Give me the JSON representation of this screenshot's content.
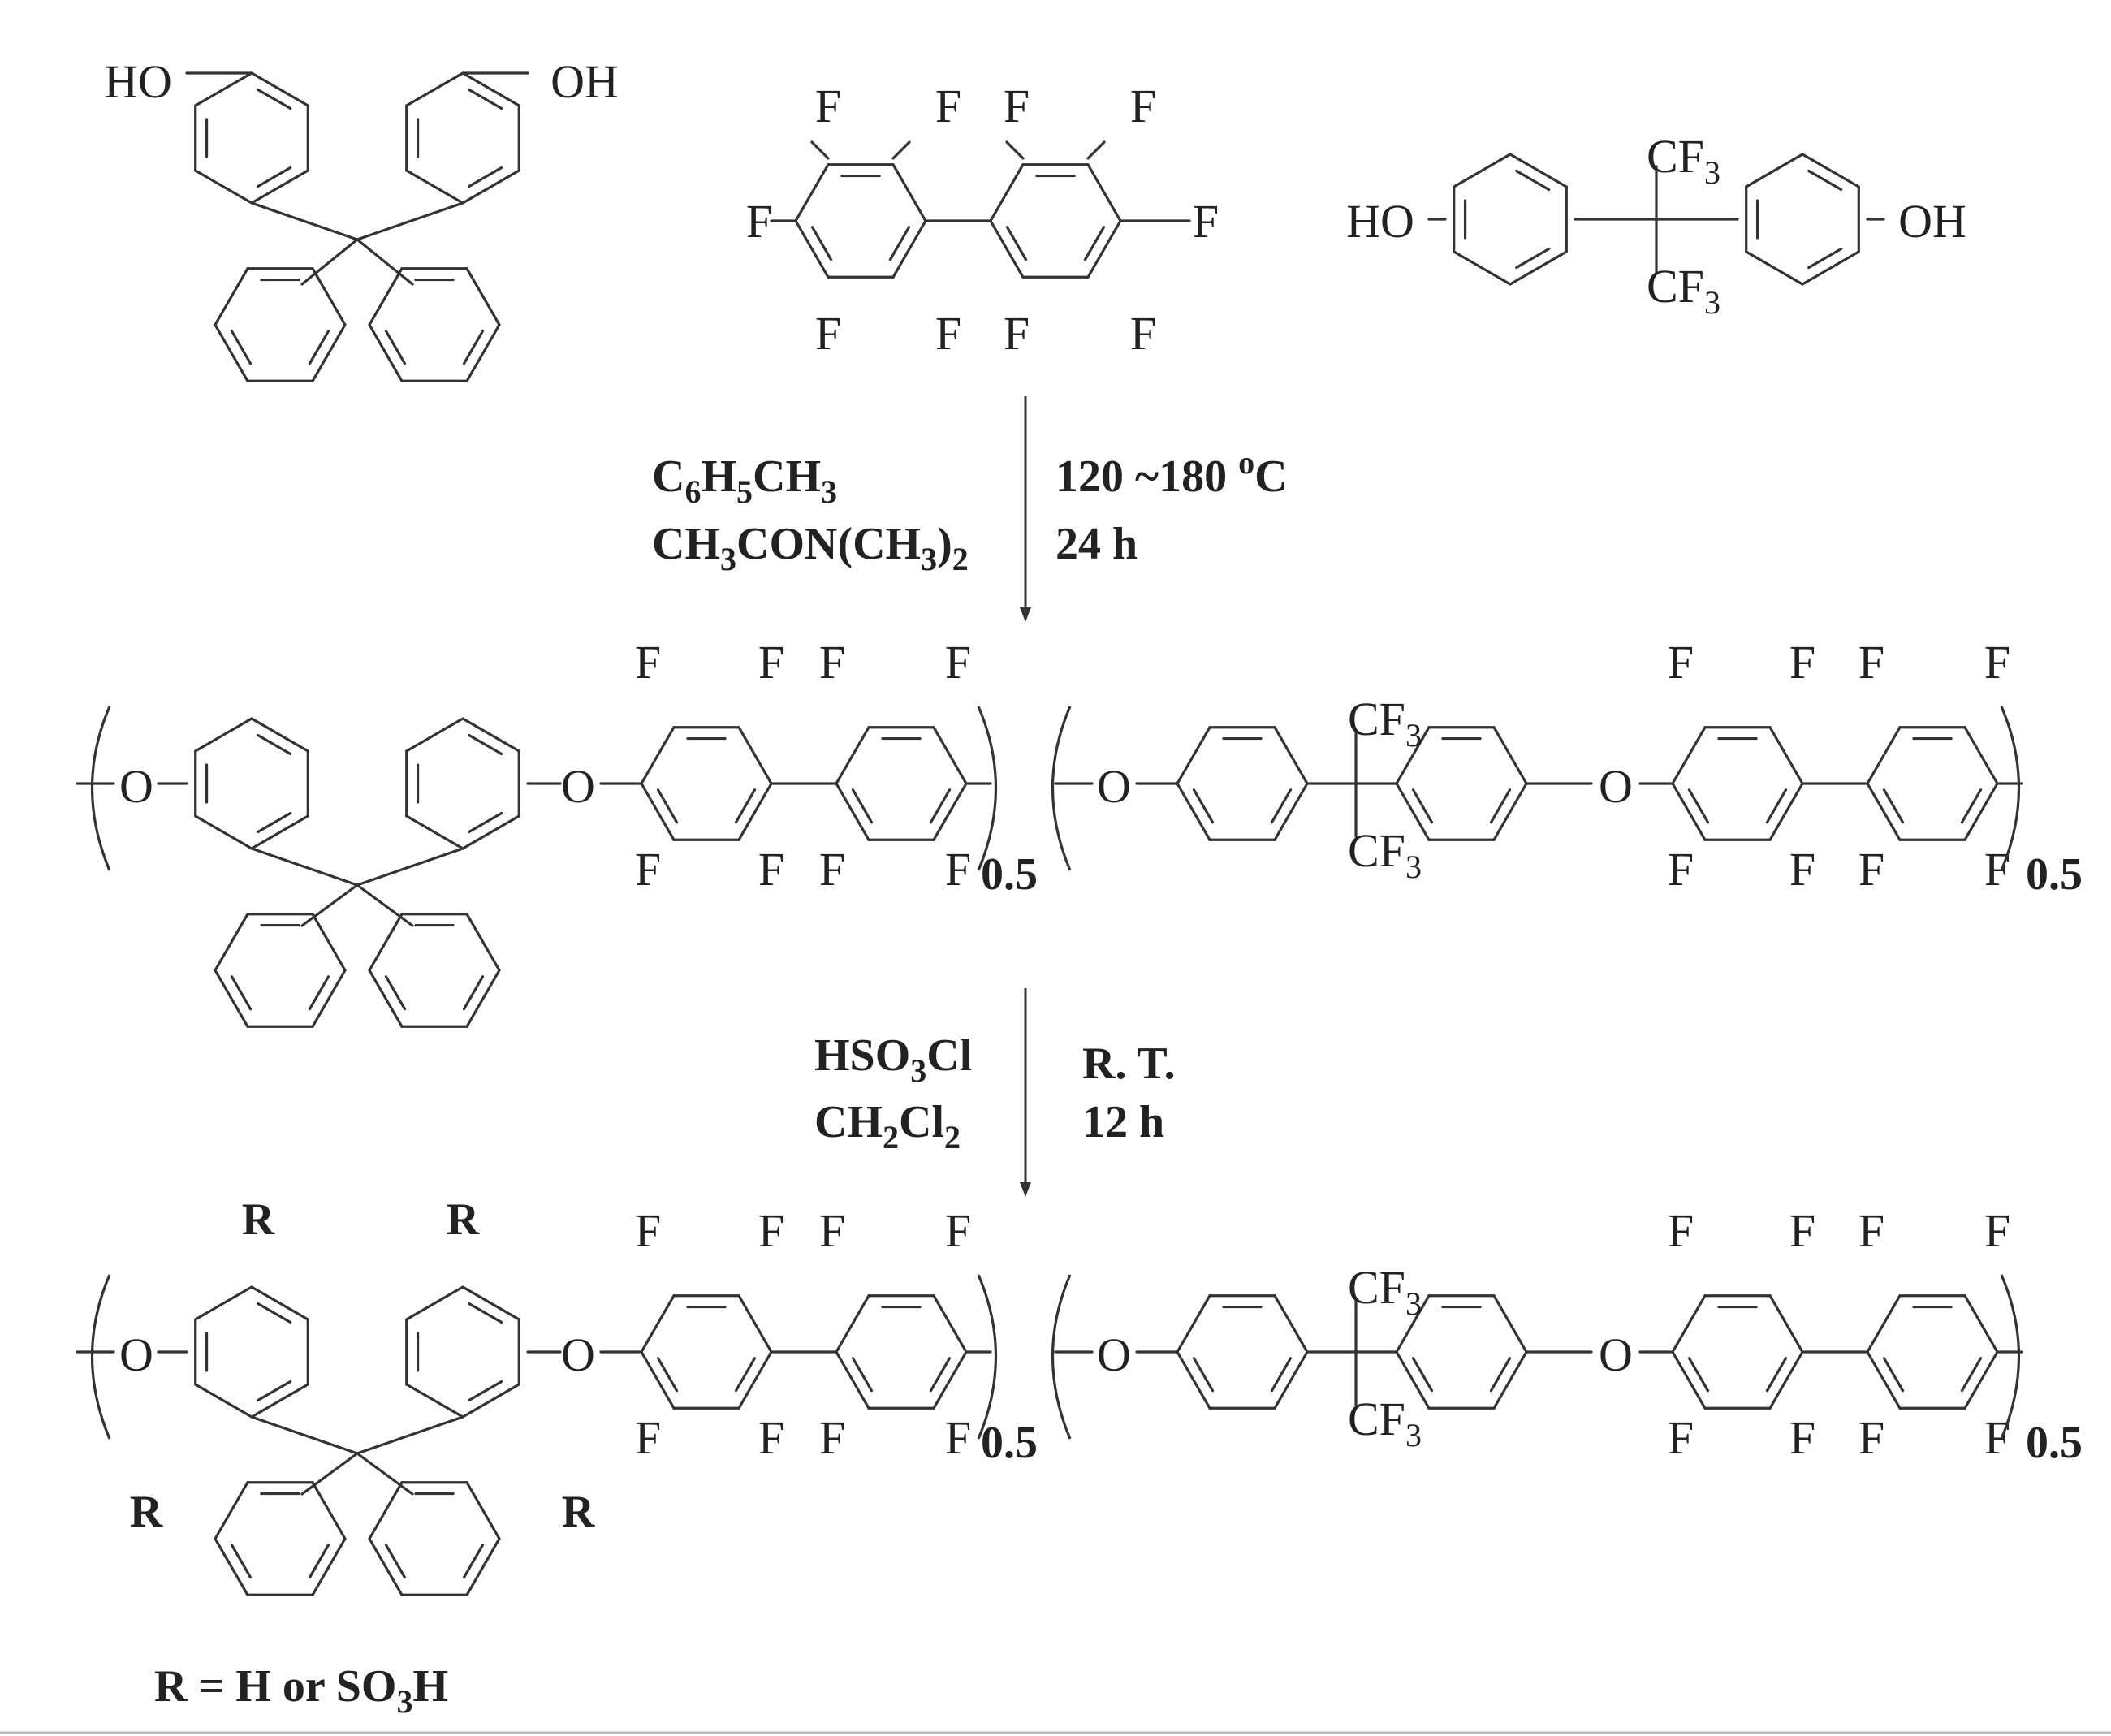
{
  "atoms": {
    "HO": "HO",
    "OH": "OH",
    "F": "F",
    "O": "O",
    "R": "R",
    "CF": "CF",
    "three": "3"
  },
  "step1": {
    "left_line1_main": "C",
    "left_line1_s1": "6",
    "left_line1_m2": "H",
    "left_line1_s2": "5",
    "left_line1_m3": "CH",
    "left_line1_s3": "3",
    "left_line2_m1": "CH",
    "left_line2_s1": "3",
    "left_line2_m2": "CON(CH",
    "left_line2_s2": "3",
    "left_line2_m3": ")",
    "left_line2_s3": "2",
    "temperature": "120 ~180",
    "deg_o": "o",
    "deg_c": "C",
    "time": "24 h"
  },
  "step2": {
    "reagent_m1": "HSO",
    "reagent_s1": "3",
    "reagent_m2": "Cl",
    "solvent_m1": "CH",
    "solvent_s1": "2",
    "solvent_m2": "Cl",
    "solvent_s2": "2",
    "temperature": "R. T.",
    "time": "12 h"
  },
  "ratio": "0.5",
  "legend": {
    "m1": "R = H or SO",
    "s1": "3",
    "m2": "H"
  }
}
